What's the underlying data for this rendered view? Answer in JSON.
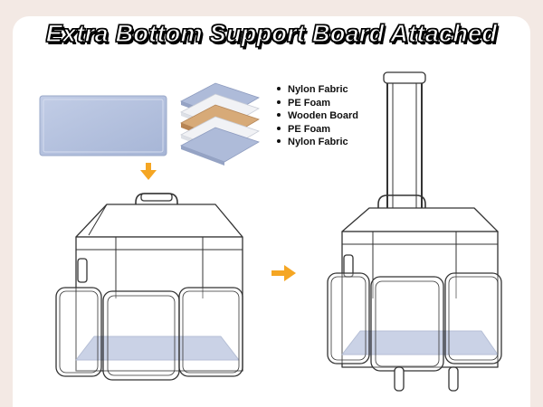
{
  "title": "Extra Bottom Support Board Attached",
  "layers": [
    {
      "label": "Nylon Fabric"
    },
    {
      "label": "PE Foam"
    },
    {
      "label": "Wooden Board"
    },
    {
      "label": "PE Foam"
    },
    {
      "label": "Nylon Fabric"
    }
  ],
  "colors": {
    "background": "#f3e9e4",
    "board": "#aab8d8",
    "arrow": "#f5a623",
    "outline": "#333333",
    "wood": "#c99663"
  },
  "icons": {
    "down_arrow": "arrow-down-icon",
    "right_arrow": "arrow-right-icon"
  }
}
